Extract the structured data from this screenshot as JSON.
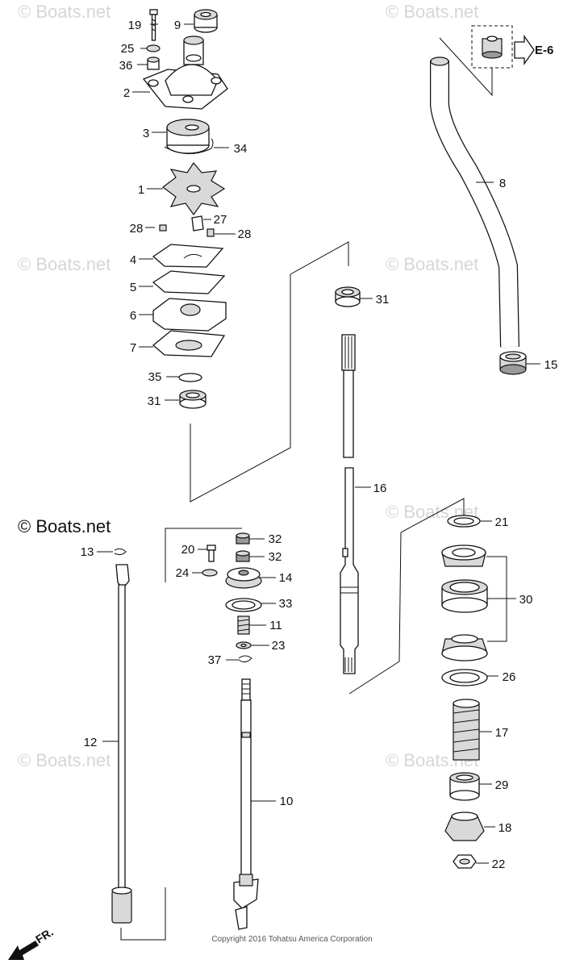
{
  "watermark": "© Boats.net",
  "brand_mark": "© Boats.net",
  "copyright": "Copyright 2016 Tohatsu America Corporation",
  "ref_label": "E-6",
  "direction_label": "FR.",
  "callouts": [
    {
      "id": "c19",
      "num": "19"
    },
    {
      "id": "c9",
      "num": "9"
    },
    {
      "id": "c25",
      "num": "25"
    },
    {
      "id": "c36",
      "num": "36"
    },
    {
      "id": "c2",
      "num": "2"
    },
    {
      "id": "c3",
      "num": "3"
    },
    {
      "id": "c34",
      "num": "34"
    },
    {
      "id": "c1",
      "num": "1"
    },
    {
      "id": "c27",
      "num": "27"
    },
    {
      "id": "c28a",
      "num": "28"
    },
    {
      "id": "c28b",
      "num": "28"
    },
    {
      "id": "c4",
      "num": "4"
    },
    {
      "id": "c5",
      "num": "5"
    },
    {
      "id": "c6",
      "num": "6"
    },
    {
      "id": "c7",
      "num": "7"
    },
    {
      "id": "c35",
      "num": "35"
    },
    {
      "id": "c31a",
      "num": "31"
    },
    {
      "id": "c31b",
      "num": "31"
    },
    {
      "id": "c8",
      "num": "8"
    },
    {
      "id": "c15",
      "num": "15"
    },
    {
      "id": "c16",
      "num": "16"
    },
    {
      "id": "c13",
      "num": "13"
    },
    {
      "id": "c12",
      "num": "12"
    },
    {
      "id": "c20",
      "num": "20"
    },
    {
      "id": "c32a",
      "num": "32"
    },
    {
      "id": "c32b",
      "num": "32"
    },
    {
      "id": "c24",
      "num": "24"
    },
    {
      "id": "c14",
      "num": "14"
    },
    {
      "id": "c33",
      "num": "33"
    },
    {
      "id": "c11",
      "num": "11"
    },
    {
      "id": "c23",
      "num": "23"
    },
    {
      "id": "c37",
      "num": "37"
    },
    {
      "id": "c10",
      "num": "10"
    },
    {
      "id": "c21",
      "num": "21"
    },
    {
      "id": "c30",
      "num": "30"
    },
    {
      "id": "c26",
      "num": "26"
    },
    {
      "id": "c17",
      "num": "17"
    },
    {
      "id": "c29",
      "num": "29"
    },
    {
      "id": "c18",
      "num": "18"
    },
    {
      "id": "c22",
      "num": "22"
    }
  ]
}
